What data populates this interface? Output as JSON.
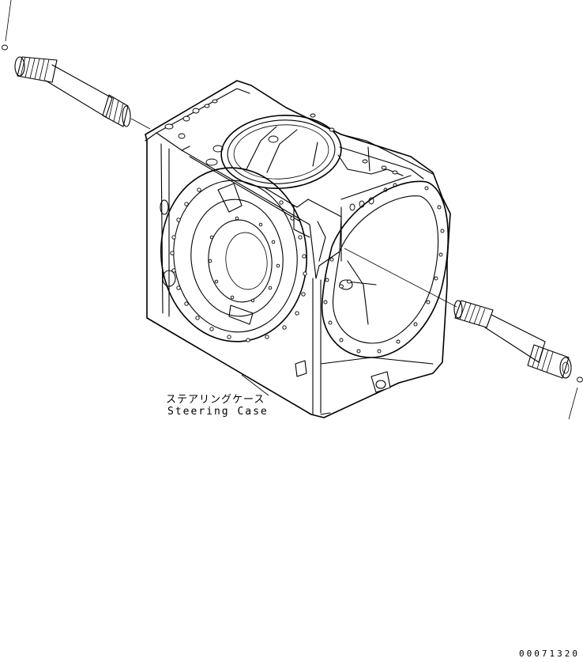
{
  "drawing": {
    "part_label_jp": "ステアリングケース",
    "part_label_en": "Steering Case",
    "drawing_number": "00071320"
  }
}
